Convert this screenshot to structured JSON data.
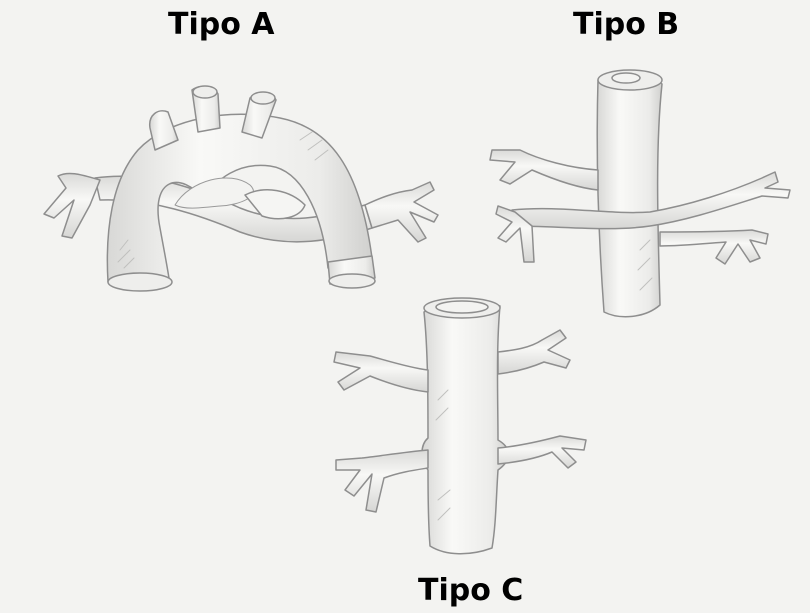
{
  "labels": {
    "type_a": "Tipo A",
    "type_b": "Tipo B",
    "type_c": "Tipo C"
  },
  "colors": {
    "background": "#f3f3f1",
    "vessel_fill": "#f7f7f5",
    "pencil_stroke": "#8e8e8e",
    "shading": "#d2d2d0",
    "label_text": "#000000"
  }
}
